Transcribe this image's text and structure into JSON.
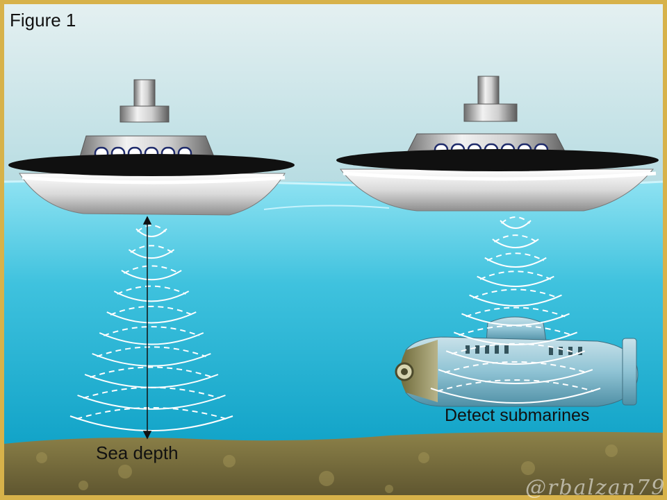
{
  "figure": {
    "title": "Figure 1",
    "labels": {
      "sea_depth": "Sea depth",
      "detect_submarines": "Detect submarines"
    },
    "watermark": "@rbalzan79"
  },
  "colors": {
    "frame": "#d7b24a",
    "sky_top": "#e4f0f1",
    "sky_bottom": "#b7dce2",
    "water_surface": "#7fd9ec",
    "water_deep": "#0a9ec4",
    "sea_floor": "#7c6f3c",
    "hull_dark": "#101010",
    "hull_silver": "#e8e8e8",
    "submarine": "#8fc3d4",
    "sonar_waves": "#ffffff"
  }
}
